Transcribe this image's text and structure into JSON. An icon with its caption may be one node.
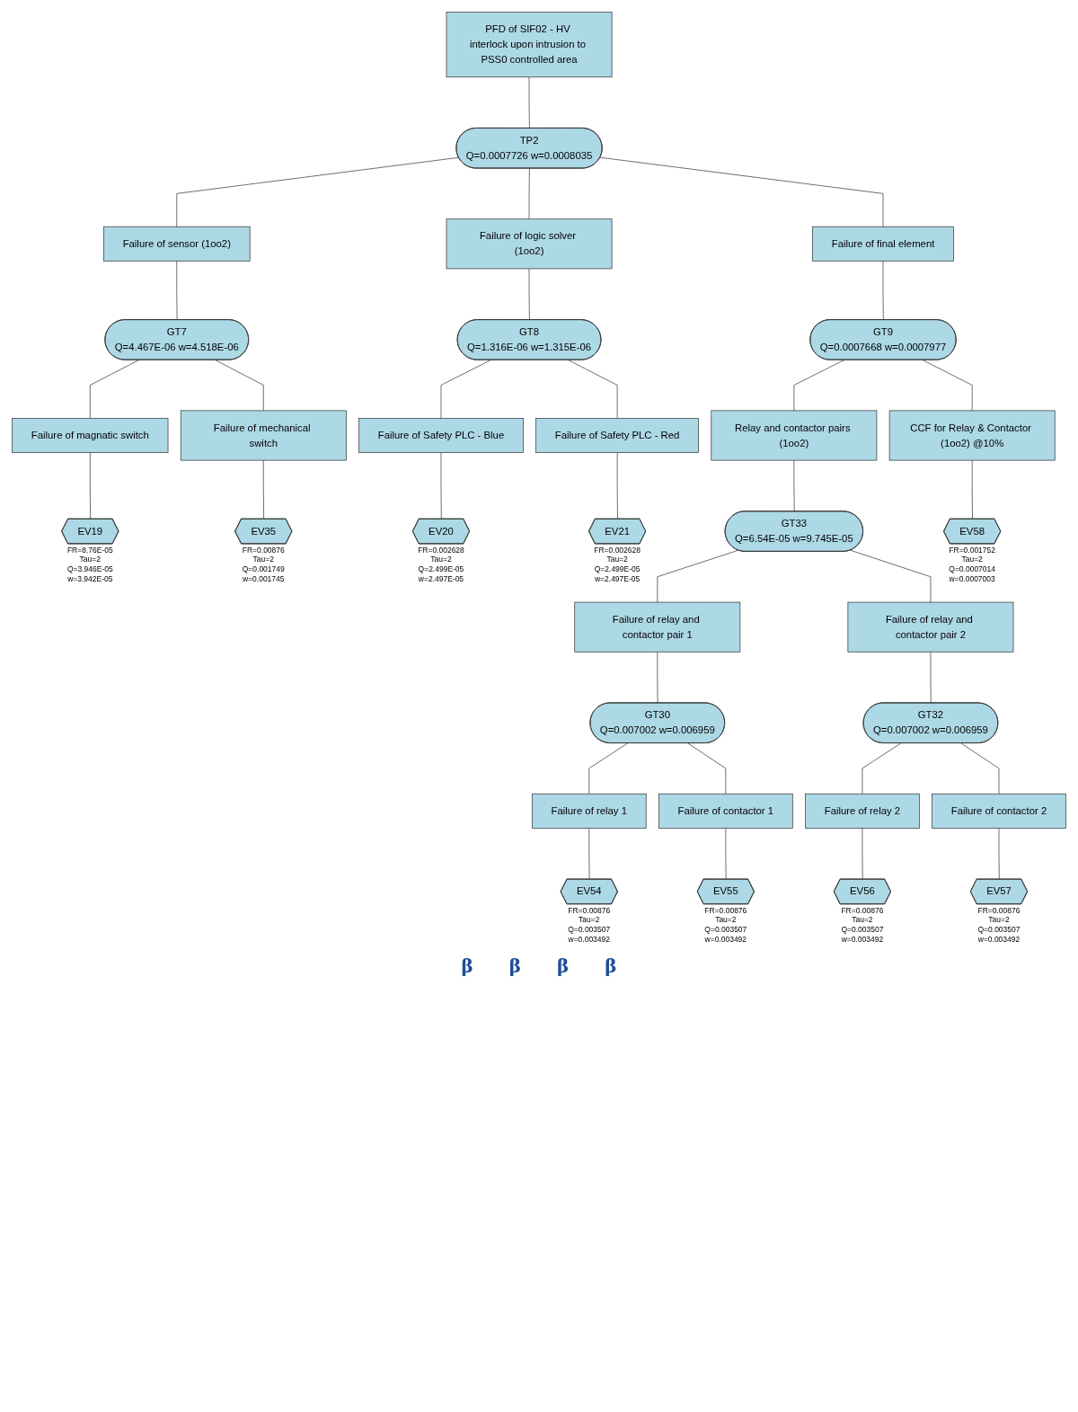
{
  "diagram": {
    "nodes": [
      {
        "text": [
          "PFD of SIF02 - HV interlock upon intrusion to PSS0 controlled area"
        ]
      },
      {
        "text": [
          "TP2",
          "Q=0.0007726 w=0.0008035"
        ]
      },
      {
        "text": [
          "Failure of sensor (1oo2)"
        ]
      },
      {
        "text": [
          "Failure of logic solver (1oo2)"
        ]
      },
      {
        "text": [
          "Failure of final element"
        ]
      },
      {
        "text": [
          "GT7",
          "Q=4.467E-06 w=4.518E-06"
        ]
      },
      {
        "text": [
          "GT8",
          "Q=1.316E-06 w=1.315E-06"
        ]
      },
      {
        "text": [
          "GT9",
          "Q=0.0007668 w=0.0007977"
        ]
      },
      {
        "text": [
          "Failure of magnatic switch"
        ]
      },
      {
        "text": [
          "Failure of mechanical switch"
        ]
      },
      {
        "text": [
          "Failure of Safety PLC - Blue"
        ]
      },
      {
        "text": [
          "Failure of Safety PLC - Red"
        ]
      },
      {
        "text": [
          "Relay and contactor pairs (1oo2)"
        ]
      },
      {
        "text": [
          "CCF for Relay & Contactor (1oo2) @10%"
        ]
      },
      {
        "text": [
          "EV19"
        ],
        "beside": [
          "FR=8.76E-05",
          "Tau=2",
          "Q=3.946E-05",
          "w=3.942E-05"
        ]
      },
      {
        "text": [
          "EV35"
        ],
        "beside": [
          "FR=0.00876",
          "Tau=2",
          "Q=0.001749",
          "w=0.001745"
        ]
      },
      {
        "text": [
          "EV20"
        ],
        "beside": [
          "FR=0.002628",
          "Tau=2",
          "Q=2.499E-05",
          "w=2.497E-05"
        ]
      },
      {
        "text": [
          "EV21"
        ],
        "beside": [
          "FR=0.002628",
          "Tau=2",
          "Q=2.499E-05",
          "w=2.497E-05"
        ]
      },
      {
        "text": [
          "GT33",
          "Q=6.54E-05 w=9.745E-05"
        ]
      },
      {
        "text": [
          "EV58"
        ],
        "beside": [
          "FR=0.001752",
          "Tau=2",
          "Q=0.0007014",
          "w=0.0007003"
        ]
      },
      {
        "text": [
          "Failure of relay and contactor pair 1"
        ]
      },
      {
        "text": [
          "Failure of relay and contactor pair 2"
        ]
      },
      {
        "text": [
          "GT30",
          "Q=0.007002 w=0.006959"
        ]
      },
      {
        "text": [
          "GT32",
          "Q=0.007002 w=0.006959"
        ]
      },
      {
        "text": [
          "Failure of relay 1"
        ]
      },
      {
        "text": [
          "Failure of contactor 1"
        ]
      },
      {
        "text": [
          "Failure of relay 2"
        ]
      },
      {
        "text": [
          "Failure of contactor 2"
        ]
      },
      {
        "text": [
          "EV54"
        ],
        "beside": [
          "FR=0.00876",
          "Tau=2",
          "Q=0.003507",
          "w=0.003492"
        ]
      },
      {
        "text": [
          "EV55"
        ],
        "beside": [
          "FR=0.00876",
          "Tau=2",
          "Q=0.003507",
          "w=0.003492"
        ]
      },
      {
        "text": [
          "EV56"
        ],
        "beside": [
          "FR=0.00876",
          "Tau=2",
          "Q=0.003507",
          "w=0.003492"
        ]
      },
      {
        "text": [
          "EV57"
        ],
        "beside": [
          "FR=0.00876",
          "Tau=2",
          "Q=0.003507",
          "w=0.003492"
        ]
      }
    ],
    "edges": [
      {
        "from": 0,
        "to": 1,
        "arrow": "none"
      },
      {
        "from": 1,
        "to": 2,
        "arrow": "none"
      },
      {
        "from": 1,
        "to": 3,
        "arrow": "none"
      },
      {
        "from": 1,
        "to": 4,
        "arrow": "none"
      },
      {
        "from": 2,
        "to": 5,
        "arrow": "none"
      },
      {
        "from": 3,
        "to": 6,
        "arrow": "none"
      },
      {
        "from": 4,
        "to": 7,
        "arrow": "none"
      },
      {
        "from": 5,
        "to": 8,
        "arrow": "none"
      },
      {
        "from": 5,
        "to": 9,
        "arrow": "none"
      },
      {
        "from": 6,
        "to": 10,
        "arrow": "none"
      },
      {
        "from": 6,
        "to": 11,
        "arrow": "none"
      },
      {
        "from": 7,
        "to": 12,
        "arrow": "none"
      },
      {
        "from": 7,
        "to": 13,
        "arrow": "none"
      },
      {
        "from": 8,
        "to": 14,
        "arrow": "none"
      },
      {
        "from": 9,
        "to": 15,
        "arrow": "none"
      },
      {
        "from": 10,
        "to": 16,
        "arrow": "none"
      },
      {
        "from": 11,
        "to": 17,
        "arrow": "none"
      },
      {
        "from": 12,
        "to": 18,
        "arrow": "none"
      },
      {
        "from": 13,
        "to": 19,
        "arrow": "none"
      },
      {
        "from": 18,
        "to": 20,
        "arrow": "none"
      },
      {
        "from": 18,
        "to": 21,
        "arrow": "none"
      },
      {
        "from": 20,
        "to": 22,
        "arrow": "none"
      },
      {
        "from": 21,
        "to": 23,
        "arrow": "none"
      },
      {
        "from": 22,
        "to": 24,
        "arrow": "none"
      },
      {
        "from": 22,
        "to": 25,
        "arrow": "none"
      },
      {
        "from": 23,
        "to": 26,
        "arrow": "none"
      },
      {
        "from": 23,
        "to": 27,
        "arrow": "none"
      },
      {
        "from": 24,
        "to": 28,
        "arrow": "none"
      },
      {
        "from": 25,
        "to": 29,
        "arrow": "none"
      },
      {
        "from": 26,
        "to": 30,
        "arrow": "none"
      },
      {
        "from": 27,
        "to": 31,
        "arrow": "none"
      }
    ],
    "labels": [
      "β",
      "β",
      "β",
      "β"
    ]
  }
}
